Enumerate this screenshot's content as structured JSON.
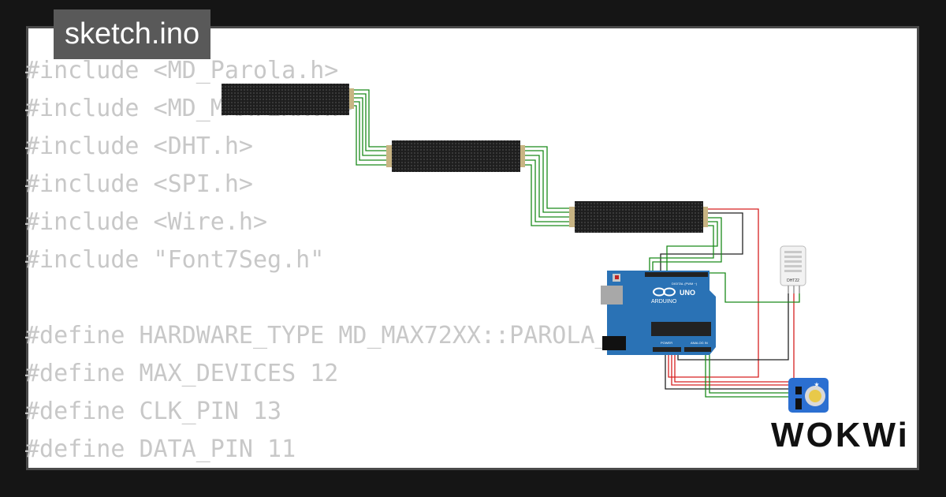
{
  "tab": {
    "title": "sketch.ino"
  },
  "code_lines": [
    "#include <MD_Parola.h>",
    "#include <MD_MAX72xx.h>",
    "#include <DHT.h>",
    "#include <SPI.h>",
    "#include <Wire.h>",
    "#include \"Font7Seg.h\"",
    "",
    "#define HARDWARE_TYPE MD_MAX72XX::PAROLA_HW",
    "#define MAX_DEVICES 12",
    "#define CLK_PIN 13",
    "#define DATA_PIN 11"
  ],
  "board": {
    "brand": "ARDUINO",
    "model": "UNO",
    "digital_label": "DIGITAL (PWM ~)",
    "power_label": "POWER",
    "analog_label": "ANALOG IN"
  },
  "sensor": {
    "label": "DHT22"
  },
  "logo": {
    "text": "WOKWi"
  },
  "colors": {
    "board": "#2a72b5",
    "matrix": "#1e1e1e",
    "wire_green": "#1a8a1a",
    "wire_red": "#d62020",
    "wire_black": "#222222",
    "rtc_module": "#2b6fd1",
    "frame_border": "#4a4a4a",
    "code_text": "#c8c8c8"
  }
}
